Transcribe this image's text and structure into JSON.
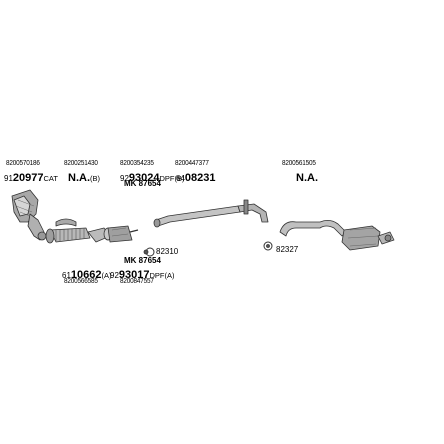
{
  "top_labels": [
    {
      "ref": "8200570186",
      "prefix": "91",
      "part": "20977",
      "suffix": "CAT"
    },
    {
      "ref": "8200251430",
      "prefix": "",
      "part": "N.A.",
      "suffix": "(B)"
    },
    {
      "ref": "8200354235",
      "prefix": "92",
      "part": "93024",
      "suffix": "DPF(B)"
    },
    {
      "ref": "8200447377",
      "prefix": "64",
      "part": "08231",
      "suffix": ""
    },
    {
      "ref": "8200561505",
      "prefix": "",
      "part": "N.A.",
      "suffix": ""
    }
  ],
  "mk_top": "MK 87654",
  "mk_bottom": "MK 87654",
  "clamp_codes": [
    "82310",
    "82327"
  ],
  "bottom_labels": [
    {
      "prefix": "61",
      "part": "10662",
      "suffix": "(A)",
      "ref": "8200566585"
    },
    {
      "prefix": "92",
      "part": "93017",
      "suffix": "DPF(A)",
      "ref": "8200847557"
    }
  ]
}
